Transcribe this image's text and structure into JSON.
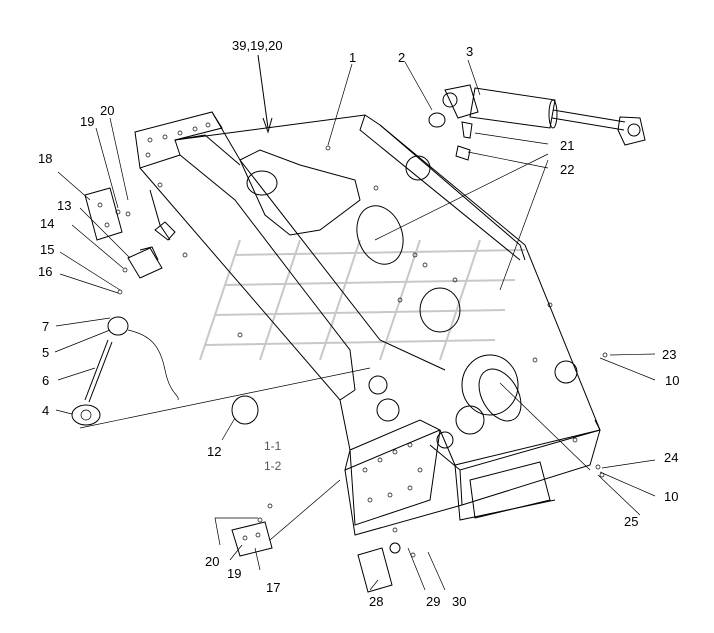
{
  "labels": {
    "l39": "39,19,20",
    "l1": "1",
    "l2": "2",
    "l3": "3",
    "l20a": "20",
    "l19a": "19",
    "l18": "18",
    "l13": "13",
    "l14": "14",
    "l15": "15",
    "l16": "16",
    "l7": "7",
    "l5": "5",
    "l6": "6",
    "l4": "4",
    "l12": "12",
    "l11": "1-1",
    "l12b": "1-2",
    "l21": "21",
    "l22": "22",
    "l23": "23",
    "l10a": "10",
    "l24": "24",
    "l10b": "10",
    "l25": "25",
    "l20b": "20",
    "l19b": "19",
    "l17": "17",
    "l28": "28",
    "l29": "29",
    "l30": "30"
  }
}
